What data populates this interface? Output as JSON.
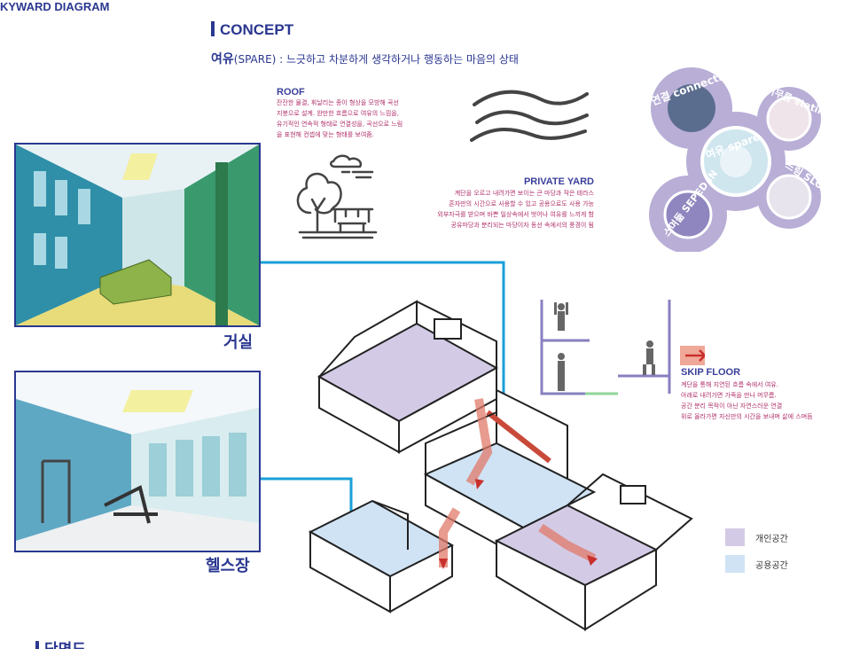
{
  "concept": {
    "title": "CONCEPT",
    "subtitle_key": "여유",
    "subtitle_rest": "(SPARE) : 느긋하고 차분하게 생각하거나 행동하는 마음의 상태"
  },
  "roof": {
    "title": "ROOF",
    "lines": [
      "잔잔한 물결, 휘날리는 종이 형상을 모방해 곡선",
      "지붕으로 설계. 완만한 흐름으로 여유의 느낌을,",
      "유기적인 연속적 형태로 연결성을, 곡선으로 느림",
      "을 표현해 컨셉에 맞는 형태를 보여줌."
    ]
  },
  "private_yard": {
    "title": "PRIVATE YARD",
    "lines": [
      "계단을 오르고 내려가면 보이는 큰 마당과 작은 테라스",
      "혼자만의 시간으로 사용할 수 있고 공용으로도 사용 가능",
      "외부자극를 받으며 바쁜 일상속에서 벗어나 여유를 느끼게 함",
      "공유마당과 분리되는 마당이자 동선 속에서의 풍경이 됨"
    ]
  },
  "keyword_diagram": {
    "title": "KYWARD DIAGRAM",
    "center": "여유 spare",
    "connection": "연결 connection",
    "stating": "머무름 stating",
    "slow": "느림 SLOW",
    "seped_in": "스며듦 SEPED IN",
    "colors": {
      "connection": "#5b6d8e",
      "stating": "#e9dde4",
      "slow": "#e5e2ea",
      "seped_in": "#8f86bf",
      "center": "#cfe6ef",
      "hub": "#b8aed6"
    }
  },
  "skip_floor": {
    "title": "SKIP FLOOR",
    "lines": [
      "계단을 통해 지연된 흐름 속에서 여유.",
      "아래로 내려가면 가족을 만나 머무름.",
      "공간 분리 목적이 아닌 자연스러운 연결",
      "위로 올라가면 자신만의 시간을 보내며 삶에 스며듬"
    ]
  },
  "sketches": {
    "living_room": "거실",
    "gym": "헬스장"
  },
  "legend": {
    "private": {
      "label": "개인공간",
      "color": "#d3cbe6"
    },
    "public": {
      "label": "공용공간",
      "color": "#cfe3f5"
    }
  },
  "section": {
    "title": "단면도"
  },
  "colors": {
    "accent": "#2a3790",
    "text_pink": "#b0306a",
    "arrow": "#e07a6a",
    "connector": "#1a9fd8"
  }
}
